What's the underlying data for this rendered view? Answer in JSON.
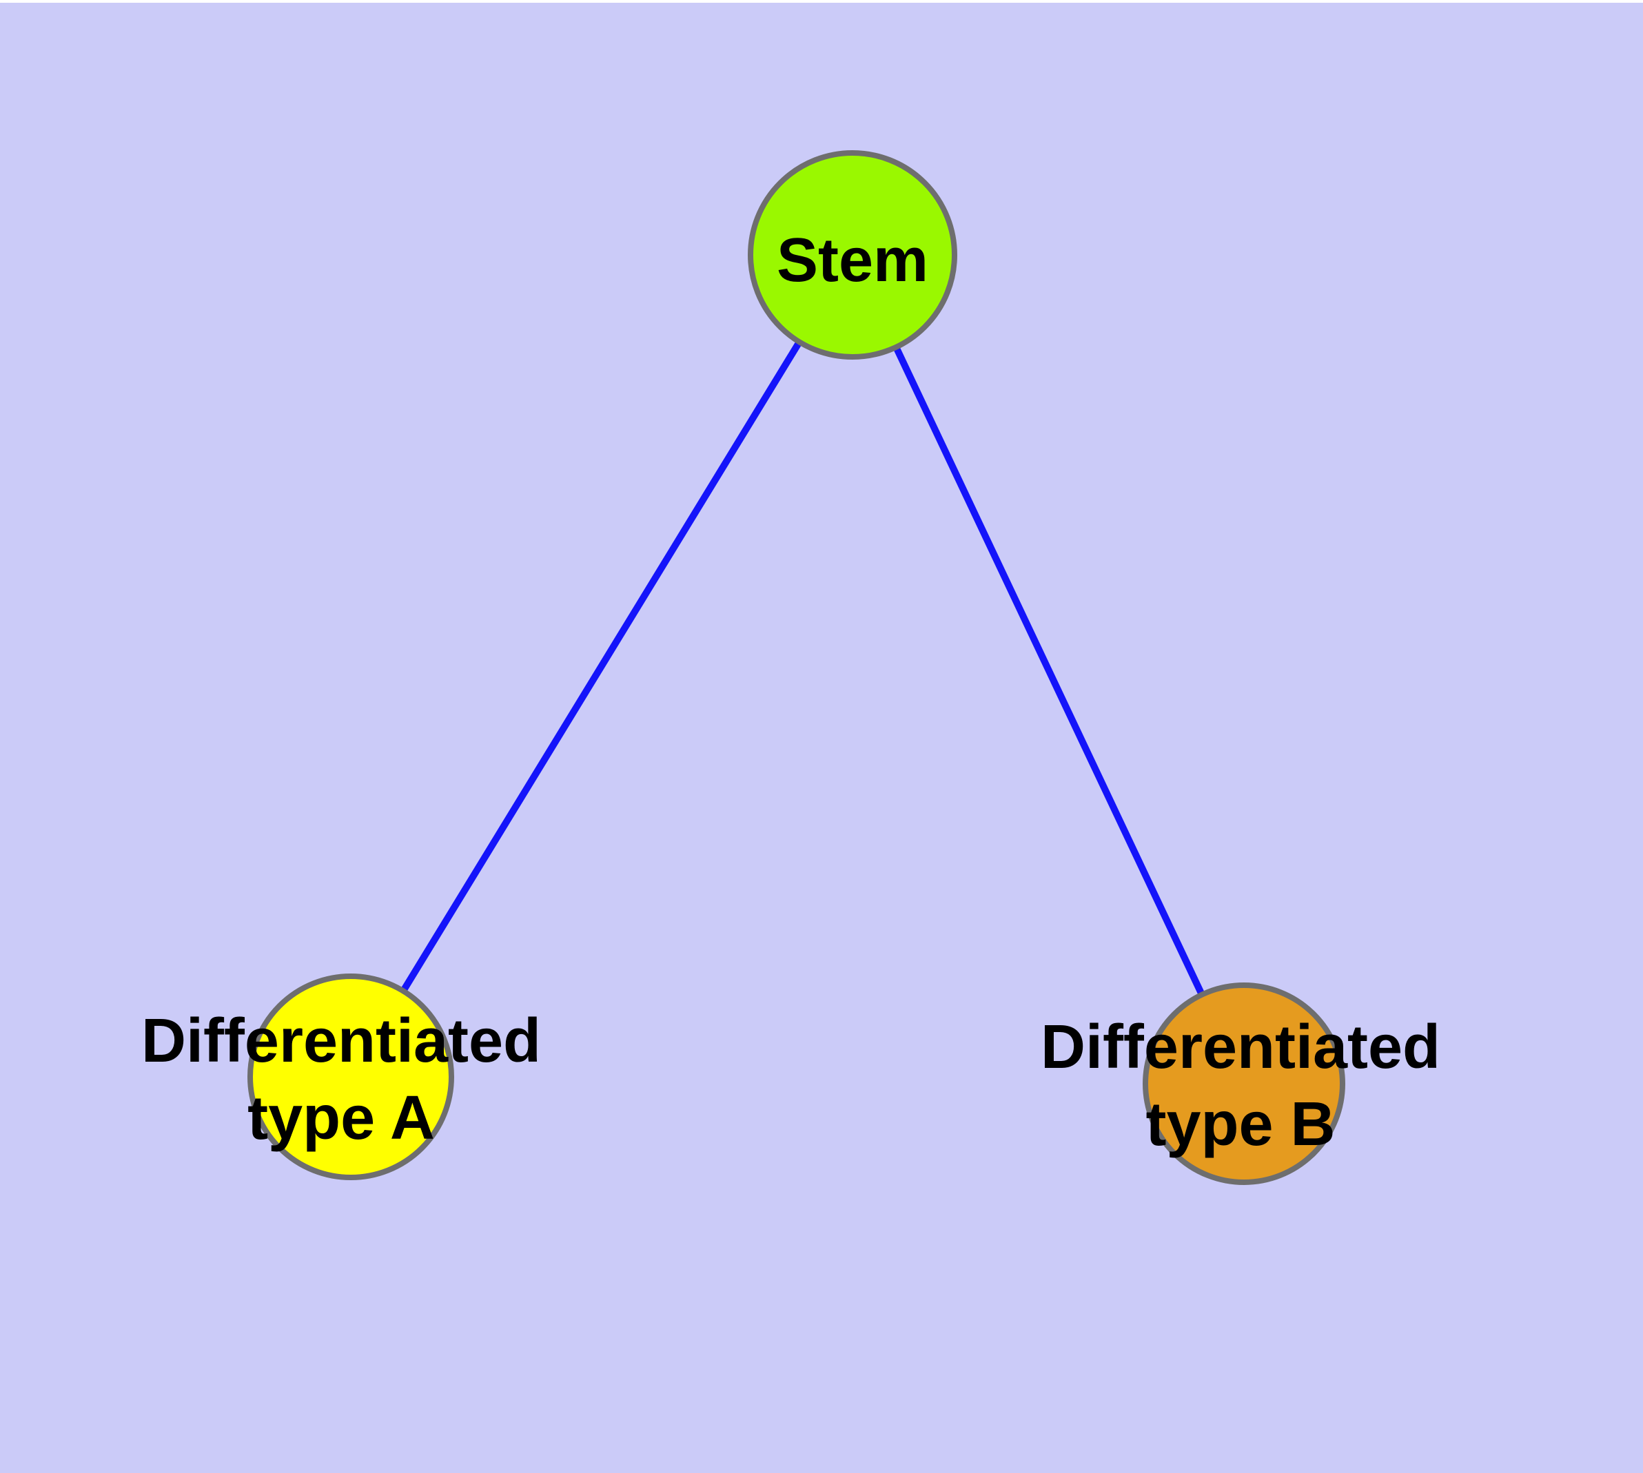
{
  "diagram": {
    "title": "",
    "background_color": "#CBCBF8",
    "top_margin_color": "#FFFFFF",
    "node_stroke_color": "#6E6E6E",
    "edge_color": "#1414FA",
    "label_color": "#000000",
    "nodes": [
      {
        "id": "stem",
        "label": "Stem",
        "fill": "#9AF800"
      },
      {
        "id": "type-a",
        "label": "Differentiated\ntype A",
        "fill": "#FFFF00"
      },
      {
        "id": "type-b",
        "label": "Differentiated\ntype B",
        "fill": "#E59B1F"
      }
    ],
    "edges": [
      {
        "from": "Stem",
        "to": "Differentiated type A"
      },
      {
        "from": "Stem",
        "to": "Differentiated type B"
      }
    ]
  }
}
